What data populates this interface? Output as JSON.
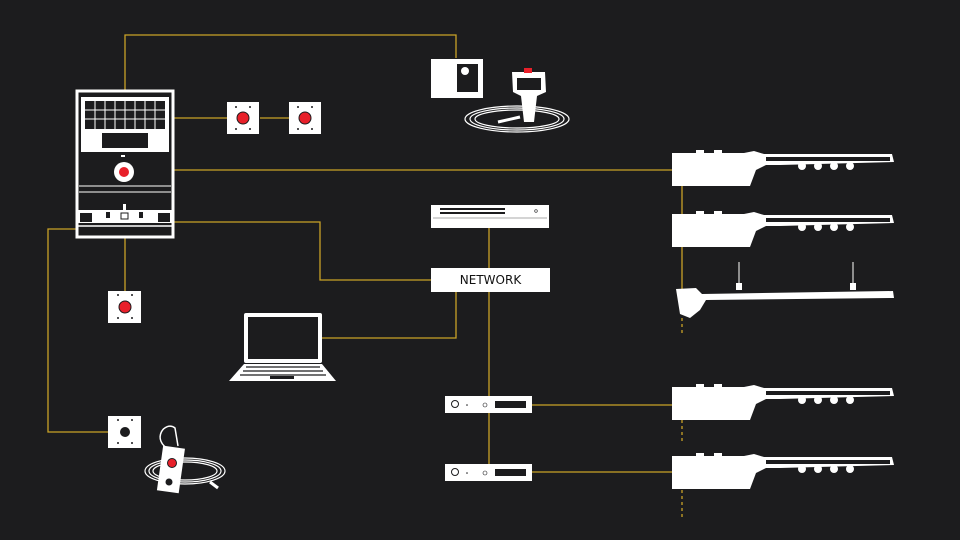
{
  "network_label": "NETWORK",
  "colors": {
    "background": "#1c1c1e",
    "connection": "#c9a227",
    "device": "#ffffff",
    "stop_button": "#e8202a"
  },
  "devices": [
    "control-console",
    "emergency-stop-box",
    "emergency-stop-box",
    "emergency-stop-box",
    "wall-box",
    "wall-box",
    "teach-pendant",
    "handheld-pendant",
    "network-switch",
    "network",
    "laptop",
    "amplifier",
    "amplifier",
    "hoist",
    "hoist",
    "truss-lift",
    "hoist",
    "hoist"
  ]
}
